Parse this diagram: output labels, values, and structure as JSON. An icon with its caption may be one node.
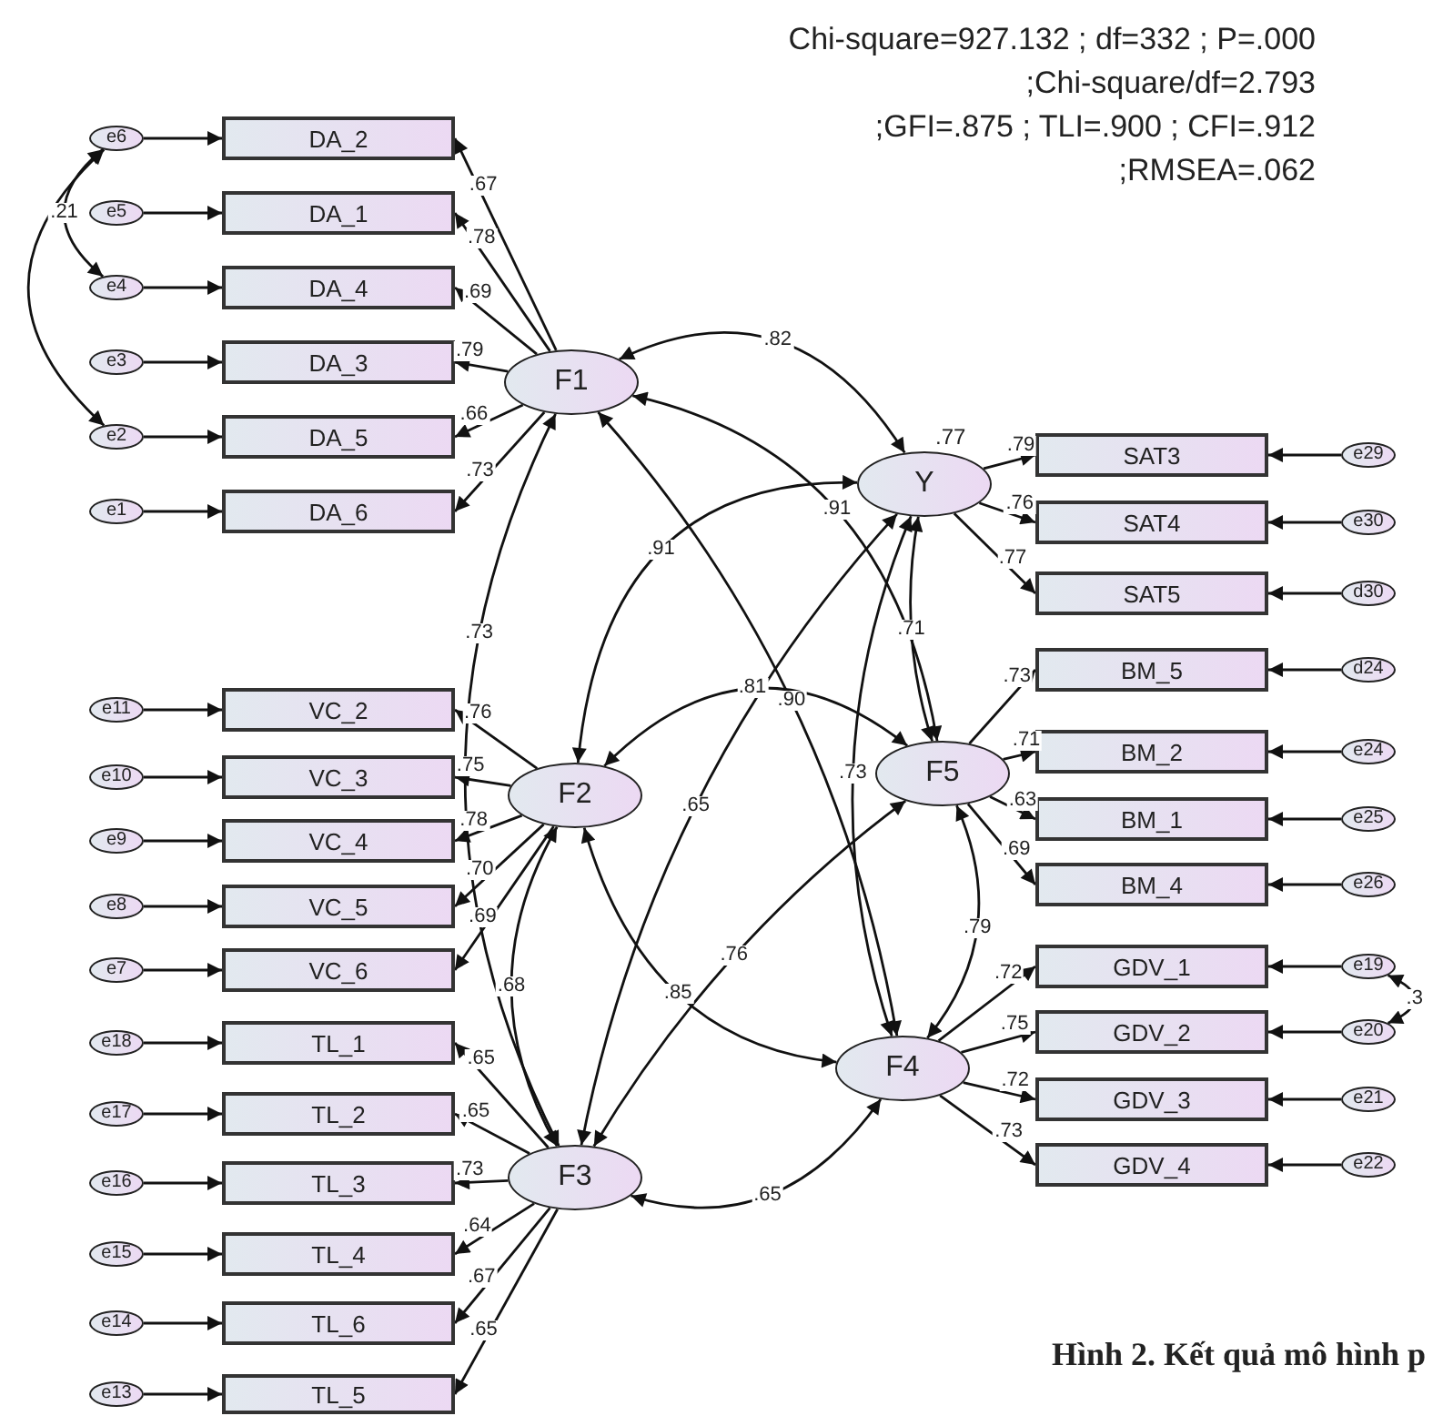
{
  "diagram": {
    "caption": "Hình 2. Kết quả mô hình p",
    "nodes": [
      {
        "text": [
          "e6"
        ]
      },
      {
        "text": [
          "DA_2"
        ]
      },
      {
        "text": [
          "e5"
        ]
      },
      {
        "text": [
          "DA_1"
        ]
      },
      {
        "text": [
          "e4"
        ]
      },
      {
        "text": [
          "DA_4"
        ]
      },
      {
        "text": [
          "e3"
        ]
      },
      {
        "text": [
          "DA_3"
        ]
      },
      {
        "text": [
          "e2"
        ]
      },
      {
        "text": [
          "DA_5"
        ]
      },
      {
        "text": [
          "e1"
        ]
      },
      {
        "text": [
          "DA_6"
        ]
      },
      {
        "text": [
          "e11"
        ]
      },
      {
        "text": [
          "VC_2"
        ]
      },
      {
        "text": [
          "e10"
        ]
      },
      {
        "text": [
          "VC_3"
        ]
      },
      {
        "text": [
          "e9"
        ]
      },
      {
        "text": [
          "VC_4"
        ]
      },
      {
        "text": [
          "e8"
        ]
      },
      {
        "text": [
          "VC_5"
        ]
      },
      {
        "text": [
          "e7"
        ]
      },
      {
        "text": [
          "VC_6"
        ]
      },
      {
        "text": [
          "e18"
        ]
      },
      {
        "text": [
          "TL_1"
        ]
      },
      {
        "text": [
          "e17"
        ]
      },
      {
        "text": [
          "TL_2"
        ]
      },
      {
        "text": [
          "e16"
        ]
      },
      {
        "text": [
          "TL_3"
        ]
      },
      {
        "text": [
          "e15"
        ]
      },
      {
        "text": [
          "TL_4"
        ]
      },
      {
        "text": [
          "e14"
        ]
      },
      {
        "text": [
          "TL_6"
        ]
      },
      {
        "text": [
          "e13"
        ]
      },
      {
        "text": [
          "TL_5"
        ]
      },
      {
        "text": [
          "F1"
        ]
      },
      {
        "text": [
          "Y"
        ],
        "beside": [
          ".77"
        ]
      },
      {
        "text": [
          "F2"
        ]
      },
      {
        "text": [
          "F5"
        ]
      },
      {
        "text": [
          "F4"
        ]
      },
      {
        "text": [
          "F3"
        ]
      },
      {
        "text": [
          "SAT3"
        ]
      },
      {
        "text": [
          "e29"
        ]
      },
      {
        "text": [
          "SAT4"
        ]
      },
      {
        "text": [
          "e30"
        ]
      },
      {
        "text": [
          "SAT5"
        ]
      },
      {
        "text": [
          "d30"
        ]
      },
      {
        "text": [
          "BM_5"
        ]
      },
      {
        "text": [
          "d24"
        ]
      },
      {
        "text": [
          "BM_2"
        ]
      },
      {
        "text": [
          "e24"
        ]
      },
      {
        "text": [
          "BM_1"
        ]
      },
      {
        "text": [
          "e25"
        ]
      },
      {
        "text": [
          "BM_4"
        ]
      },
      {
        "text": [
          "e26"
        ]
      },
      {
        "text": [
          "GDV_1"
        ]
      },
      {
        "text": [
          "e19"
        ]
      },
      {
        "text": [
          "GDV_2"
        ]
      },
      {
        "text": [
          "e20"
        ]
      },
      {
        "text": [
          "GDV_3"
        ]
      },
      {
        "text": [
          "e21"
        ]
      },
      {
        "text": [
          "GDV_4"
        ]
      },
      {
        "text": [
          "e22"
        ]
      }
    ],
    "edges": [
      {
        "from": 0,
        "to": 1,
        "arrow": "to"
      },
      {
        "from": 34,
        "to": 1,
        "arrow": "to",
        "label": ".67"
      },
      {
        "from": 2,
        "to": 3,
        "arrow": "to"
      },
      {
        "from": 34,
        "to": 3,
        "arrow": "to",
        "label": ".78"
      },
      {
        "from": 4,
        "to": 5,
        "arrow": "to"
      },
      {
        "from": 34,
        "to": 5,
        "arrow": "to",
        "label": ".69"
      },
      {
        "from": 6,
        "to": 7,
        "arrow": "to"
      },
      {
        "from": 34,
        "to": 7,
        "arrow": "to",
        "label": ".79"
      },
      {
        "from": 8,
        "to": 9,
        "arrow": "to"
      },
      {
        "from": 34,
        "to": 9,
        "arrow": "to",
        "label": ".66"
      },
      {
        "from": 10,
        "to": 11,
        "arrow": "to"
      },
      {
        "from": 34,
        "to": 11,
        "arrow": "to",
        "label": ".73"
      },
      {
        "from": 12,
        "to": 13,
        "arrow": "to"
      },
      {
        "from": 36,
        "to": 13,
        "arrow": "to",
        "label": ".76"
      },
      {
        "from": 14,
        "to": 15,
        "arrow": "to"
      },
      {
        "from": 36,
        "to": 15,
        "arrow": "to",
        "label": ".75"
      },
      {
        "from": 16,
        "to": 17,
        "arrow": "to"
      },
      {
        "from": 36,
        "to": 17,
        "arrow": "to",
        "label": ".78"
      },
      {
        "from": 18,
        "to": 19,
        "arrow": "to"
      },
      {
        "from": 36,
        "to": 19,
        "arrow": "to",
        "label": ".70"
      },
      {
        "from": 20,
        "to": 21,
        "arrow": "to"
      },
      {
        "from": 36,
        "to": 21,
        "arrow": "to",
        "label": ".69"
      },
      {
        "from": 22,
        "to": 23,
        "arrow": "to"
      },
      {
        "from": 39,
        "to": 23,
        "arrow": "to",
        "label": ".65"
      },
      {
        "from": 24,
        "to": 25,
        "arrow": "to"
      },
      {
        "from": 39,
        "to": 25,
        "arrow": "to",
        "label": ".65"
      },
      {
        "from": 26,
        "to": 27,
        "arrow": "to"
      },
      {
        "from": 39,
        "to": 27,
        "arrow": "to",
        "label": ".73"
      },
      {
        "from": 28,
        "to": 29,
        "arrow": "to"
      },
      {
        "from": 39,
        "to": 29,
        "arrow": "to",
        "label": ".64"
      },
      {
        "from": 30,
        "to": 31,
        "arrow": "to"
      },
      {
        "from": 39,
        "to": 31,
        "arrow": "to",
        "label": ".67"
      },
      {
        "from": 32,
        "to": 33,
        "arrow": "to"
      },
      {
        "from": 39,
        "to": 33,
        "arrow": "to",
        "label": ".65"
      },
      {
        "from": 35,
        "to": 40,
        "arrow": "to",
        "label": ".79"
      },
      {
        "from": 41,
        "to": 40,
        "arrow": "to"
      },
      {
        "from": 35,
        "to": 42,
        "arrow": "to",
        "label": ".76"
      },
      {
        "from": 43,
        "to": 42,
        "arrow": "to"
      },
      {
        "from": 35,
        "to": 44,
        "arrow": "to",
        "label": ".77"
      },
      {
        "from": 45,
        "to": 44,
        "arrow": "to"
      },
      {
        "from": 37,
        "to": 46,
        "arrow": "to",
        "label": ".73"
      },
      {
        "from": 47,
        "to": 46,
        "arrow": "to"
      },
      {
        "from": 37,
        "to": 48,
        "arrow": "to",
        "label": ".71"
      },
      {
        "from": 49,
        "to": 48,
        "arrow": "to"
      },
      {
        "from": 37,
        "to": 50,
        "arrow": "to",
        "label": ".63"
      },
      {
        "from": 51,
        "to": 50,
        "arrow": "to"
      },
      {
        "from": 37,
        "to": 52,
        "arrow": "to",
        "label": ".69"
      },
      {
        "from": 53,
        "to": 52,
        "arrow": "to"
      },
      {
        "from": 38,
        "to": 54,
        "arrow": "to",
        "label": ".72"
      },
      {
        "from": 55,
        "to": 54,
        "arrow": "to"
      },
      {
        "from": 38,
        "to": 56,
        "arrow": "to",
        "label": ".75"
      },
      {
        "from": 57,
        "to": 56,
        "arrow": "to"
      },
      {
        "from": 38,
        "to": 58,
        "arrow": "to",
        "label": ".72"
      },
      {
        "from": 59,
        "to": 58,
        "arrow": "to"
      },
      {
        "from": 38,
        "to": 60,
        "arrow": "to",
        "label": ".73"
      },
      {
        "from": 61,
        "to": 60,
        "arrow": "to"
      },
      {
        "from": 0,
        "to": 4,
        "arrow": "both",
        "label": ".21"
      },
      {
        "from": 0,
        "to": 8,
        "arrow": "both"
      },
      {
        "from": 55,
        "to": 57,
        "arrow": "both",
        "label": ".3"
      },
      {
        "from": 34,
        "to": 35,
        "arrow": "both",
        "label": ".82"
      },
      {
        "from": 36,
        "to": 35,
        "arrow": "both",
        "label": ".91"
      },
      {
        "from": 36,
        "to": 37,
        "arrow": "both",
        "label": ".81"
      },
      {
        "from": 36,
        "to": 38,
        "arrow": "both",
        "label": ".85"
      },
      {
        "from": 39,
        "to": 38,
        "arrow": "both",
        "label": ".65"
      },
      {
        "from": 34,
        "to": 39,
        "arrow": "both",
        "label": ".73"
      },
      {
        "from": 36,
        "to": 39,
        "arrow": "both",
        "label": ".68"
      },
      {
        "from": 39,
        "to": 37,
        "arrow": "both",
        "label": ".76"
      },
      {
        "from": 39,
        "to": 35,
        "arrow": "both",
        "label": ".65"
      },
      {
        "from": 35,
        "to": 37,
        "arrow": "both",
        "label": ".71"
      },
      {
        "from": 34,
        "to": 37,
        "arrow": "both",
        "label": ".91"
      },
      {
        "from": 34,
        "to": 38,
        "arrow": "both",
        "label": ".90"
      },
      {
        "from": 35,
        "to": 38,
        "arrow": "both",
        "label": ".73"
      },
      {
        "from": 38,
        "to": 37,
        "arrow": "both",
        "label": ".79"
      }
    ],
    "labels": [
      "Chi-square=927.132 ; df=332 ; P=.000",
      ";Chi-square/df=2.793",
      ";GFI=.875 ; TLI=.900 ; CFI=.912",
      ";RMSEA=.062"
    ]
  }
}
